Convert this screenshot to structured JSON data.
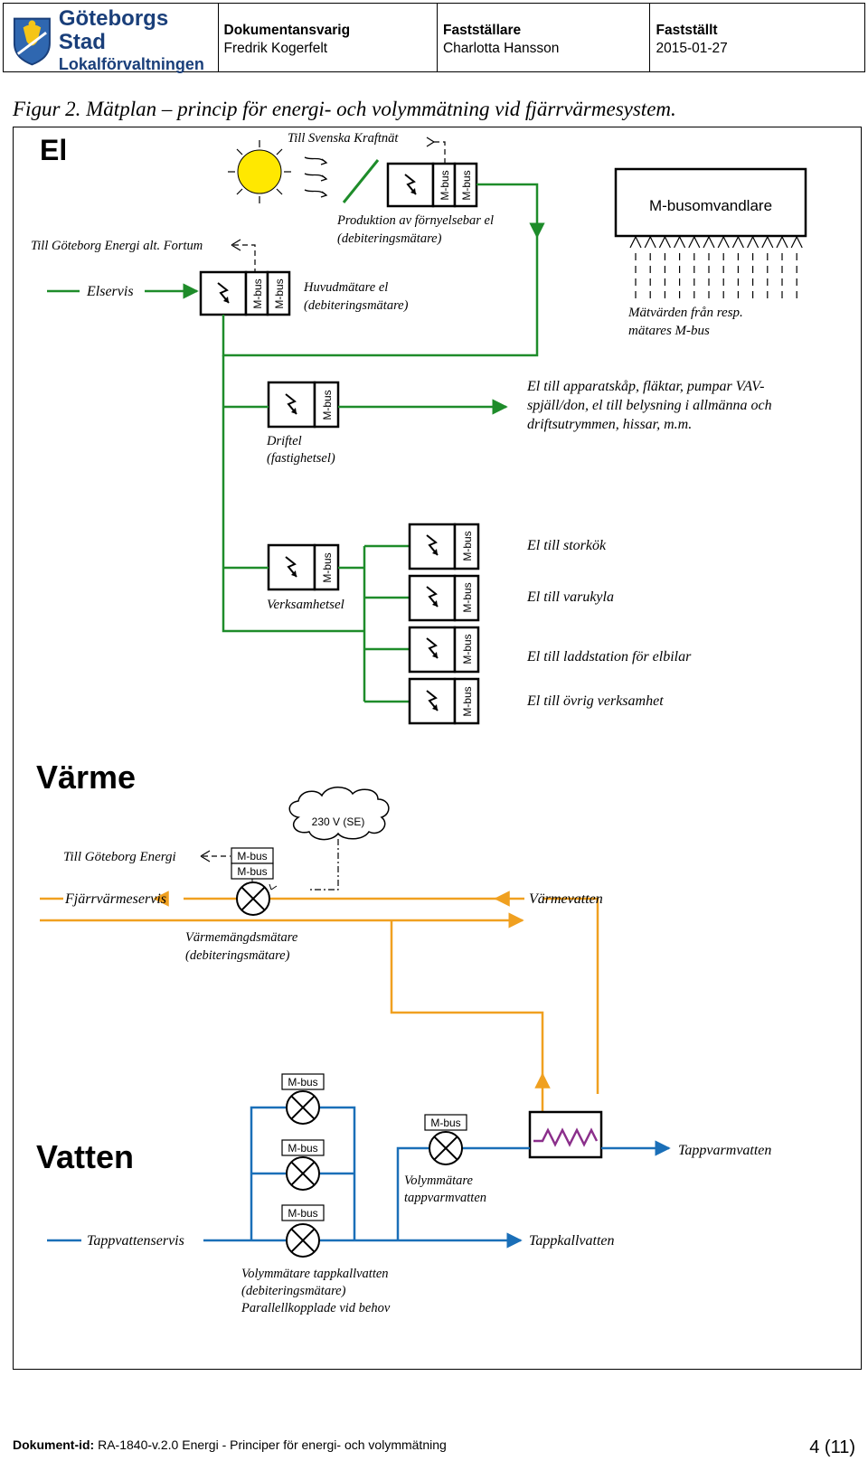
{
  "header": {
    "org_line1": "Göteborgs Stad",
    "org_line2": "Lokalförvaltningen",
    "col1_label": "Dokumentansvarig",
    "col1_value": "Fredrik Kogerfelt",
    "col2_label": "Fastställare",
    "col2_value": "Charlotta Hansson",
    "col3_label": "Fastställt",
    "col3_value": "2015-01-27"
  },
  "caption": "Figur 2. Mätplan – princip för energi- och volymmätning vid fjärrvärmesystem.",
  "el": {
    "heading": "El",
    "till_svenska_kraftnat": "Till Svenska Kraftnät",
    "till_goteborg_energi_fortum": "Till Göteborg Energi alt. Fortum",
    "produktion_line1": "Produktion av förnyelsebar el",
    "produktion_line2": "(debiteringsmätare)",
    "mbus_converter": "M-busomvandlare",
    "elservis": "Elservis",
    "huvudmatare_line1": "Huvudmätare el",
    "huvudmatare_line2": "(debiteringsmätare)",
    "matvarden_line1": "Mätvärden från resp.",
    "matvarden_line2": "mätares M-bus",
    "driftel_line1": "Driftel",
    "driftel_line2": "(fastighetsel)",
    "driftel_desc_line1": "El till apparatskåp, fläktar, pumpar VAV-",
    "driftel_desc_line2": "spjäll/don, el till belysning i allmänna och",
    "driftel_desc_line3": "driftsutrymmen, hissar, m.m.",
    "verksamhetsel": "Verksamhetsel",
    "storkok": "El till storkök",
    "varukyla": "El till varukyla",
    "laddstation": "El till laddstation för elbilar",
    "ovrig": "El till övrig verksamhet",
    "mbus": "M-bus"
  },
  "varme": {
    "heading": "Värme",
    "cloud": "230 V (SE)",
    "till_goteborg_energi": "Till Göteborg Energi",
    "fjarrvarmeservis": "Fjärrvärmeservis",
    "varmevatten": "Värmevatten",
    "varmemangd_line1": "Värmemängdsmätare",
    "varmemangd_line2": "(debiteringsmätare)",
    "mbus": "M-bus"
  },
  "vatten": {
    "heading": "Vatten",
    "tappvarmvatten": "Tappvarmvatten",
    "volym_tvv_line1": "Volymmätare",
    "volym_tvv_line2": "tappvarmvatten",
    "tappvattenservis": "Tappvattenservis",
    "tappkallvatten": "Tappkallvatten",
    "volym_tkv_line1": "Volymmätare tappkallvatten",
    "volym_tkv_line2": "(debiteringsmätare)",
    "volym_tkv_line3": "Parallellkopplade vid behov",
    "mbus": "M-bus"
  },
  "footer": {
    "doc_id_label": "Dokument-id:",
    "doc_id_value": "RA-1840-v.2.0 Energi - Principer för energi- och volymmätning",
    "page": "4 (11)"
  },
  "colors": {
    "el_line": "#1e8c2a",
    "heat_line": "#f0a020",
    "water_line": "#1a6fb8",
    "exchanger_coil": "#8b2f8b",
    "sun": "#ffe800"
  }
}
